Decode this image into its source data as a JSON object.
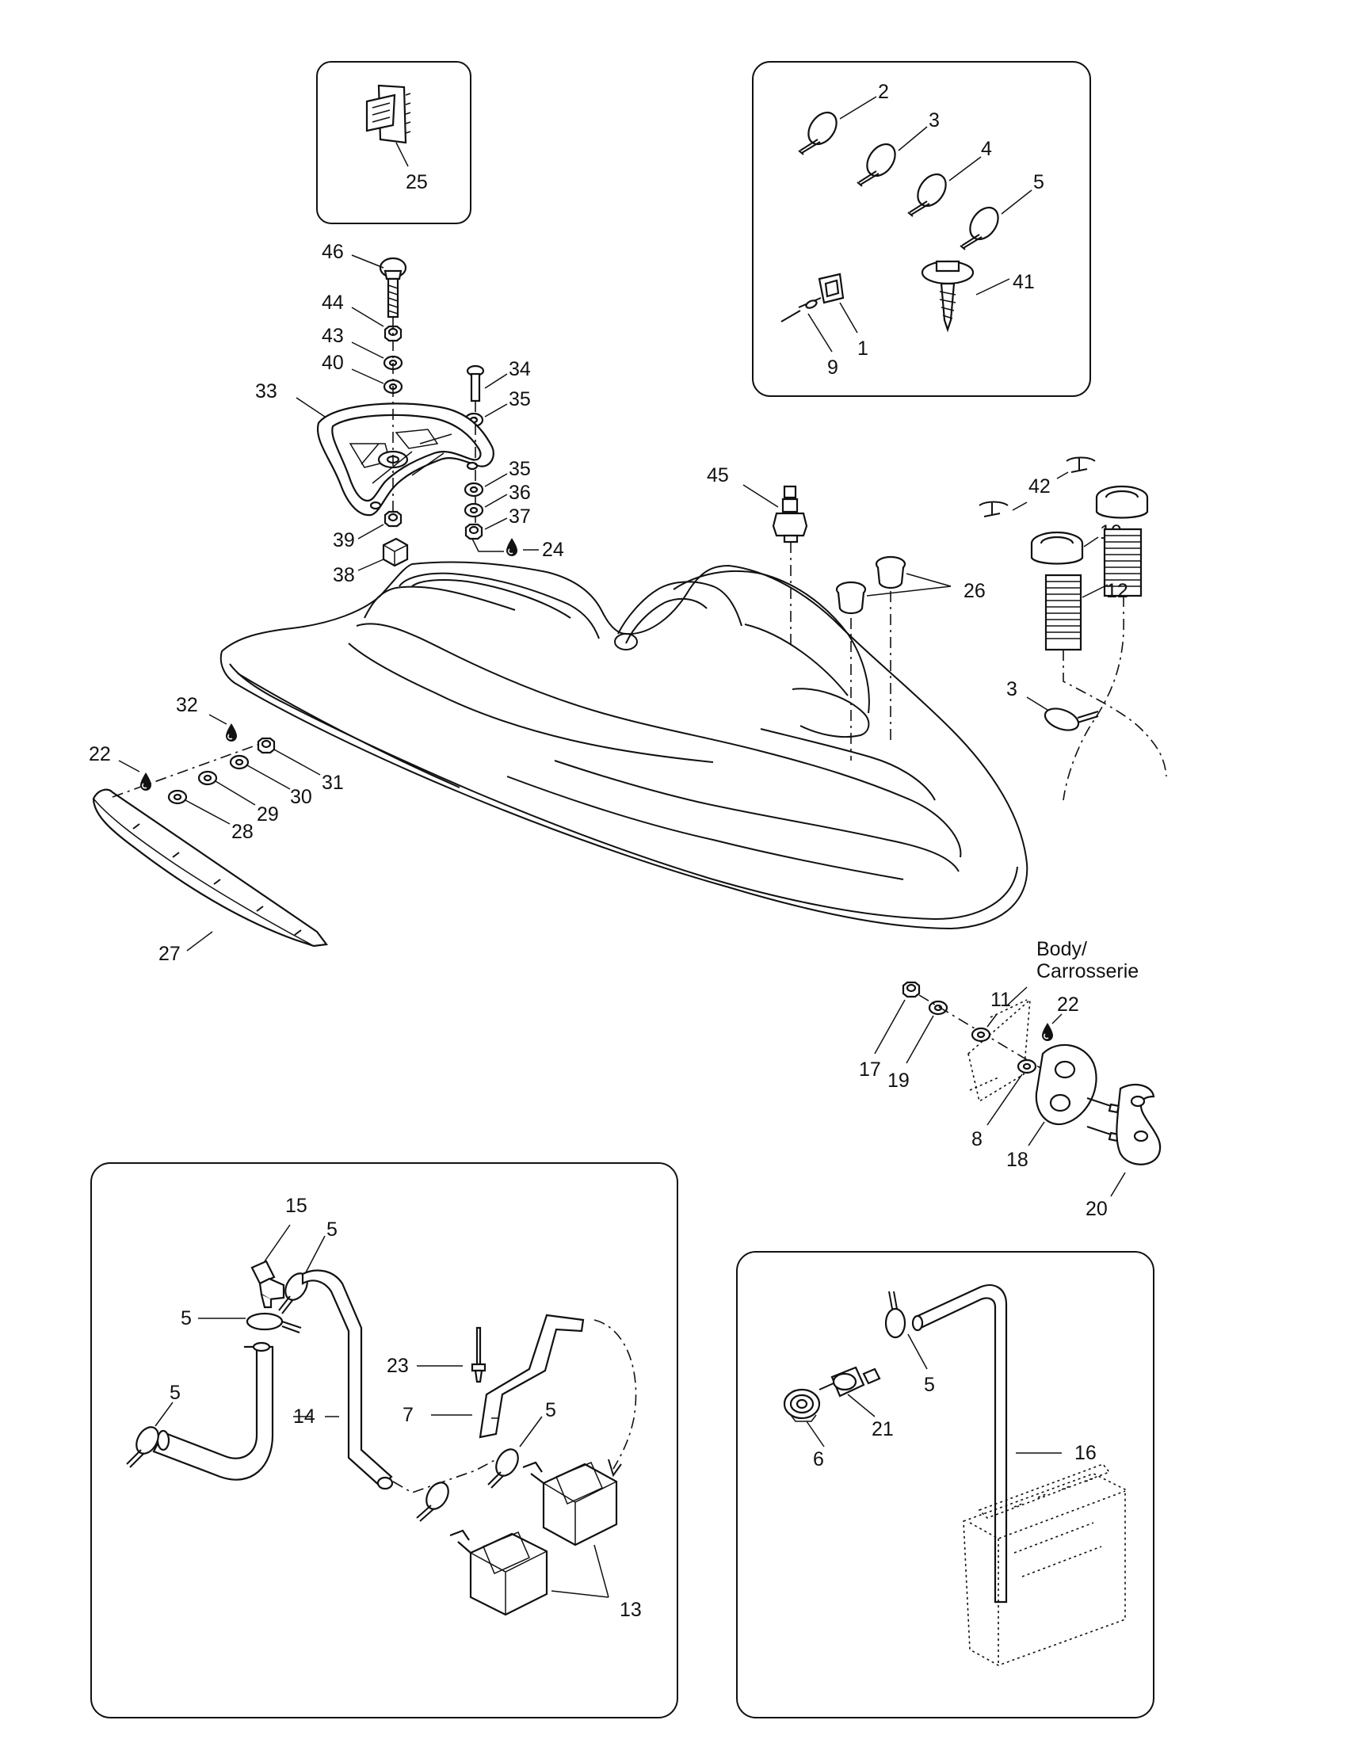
{
  "callouts": {
    "c25": "25",
    "c2": "2",
    "c3a": "3",
    "c4": "4",
    "c5a": "5",
    "c41": "41",
    "c1": "1",
    "c9": "9",
    "c46": "46",
    "c44": "44",
    "c43": "43",
    "c40": "40",
    "c34": "34",
    "c35a": "35",
    "c33": "33",
    "c35b": "35",
    "c36": "36",
    "c37": "37",
    "c24": "24",
    "c39": "39",
    "c38": "38",
    "c45": "45",
    "c26": "26",
    "c42": "42",
    "c10": "10",
    "c12": "12",
    "c3b": "3",
    "c32": "32",
    "c22a": "22",
    "c31": "31",
    "c30": "30",
    "c29": "29",
    "c28": "28",
    "c27": "27",
    "c11": "11",
    "c22b": "22",
    "c17": "17",
    "c19": "19",
    "c8": "8",
    "c18": "18",
    "c20": "20",
    "c15": "15",
    "c5b": "5",
    "c5c": "5",
    "c5d": "5",
    "c14": "14",
    "c23": "23",
    "c7": "7",
    "c5e": "5",
    "c13": "13",
    "c5f": "5",
    "c21": "21",
    "c6": "6",
    "c16": "16"
  },
  "body_label": {
    "line1": "Body/",
    "line2": "Carrosserie"
  },
  "icons": {
    "drop": "fluid-drop-icon"
  }
}
